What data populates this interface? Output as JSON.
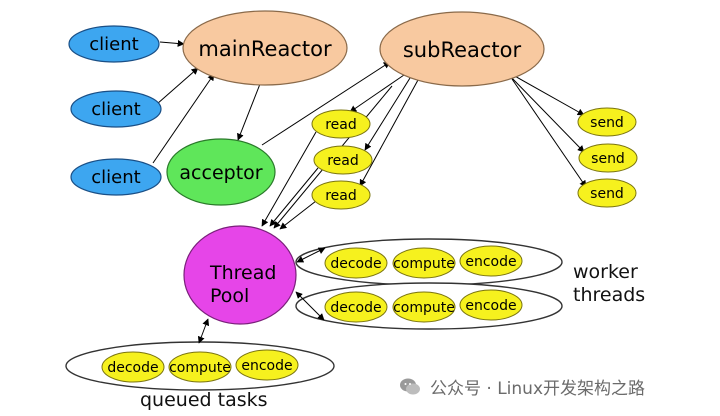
{
  "nodes": {
    "client1": "client",
    "client2": "client",
    "client3": "client",
    "main_reactor": "mainReactor",
    "sub_reactor": "subReactor",
    "acceptor": "acceptor",
    "read1": "read",
    "read2": "read",
    "read3": "read",
    "send1": "send",
    "send2": "send",
    "send3": "send",
    "thread_pool_line1": "Thread",
    "thread_pool_line2": "Pool"
  },
  "worker_row1": {
    "decode": "decode",
    "compute": "compute",
    "encode": "encode"
  },
  "worker_row2": {
    "decode": "decode",
    "compute": "compute",
    "encode": "encode"
  },
  "queued_row": {
    "decode": "decode",
    "compute": "compute",
    "encode": "encode"
  },
  "labels": {
    "worker_threads_line1": "worker",
    "worker_threads_line2": "threads",
    "queued_tasks": "queued tasks"
  },
  "watermark": {
    "text": "公众号 · Linux开发架构之路"
  },
  "colors": {
    "client": "#3da6f0",
    "reactor": "#f8c9a0",
    "acceptor": "#5fe65a",
    "small_task": "#f6f11e",
    "thread_pool": "#e645e8",
    "container_stroke": "#333333"
  }
}
